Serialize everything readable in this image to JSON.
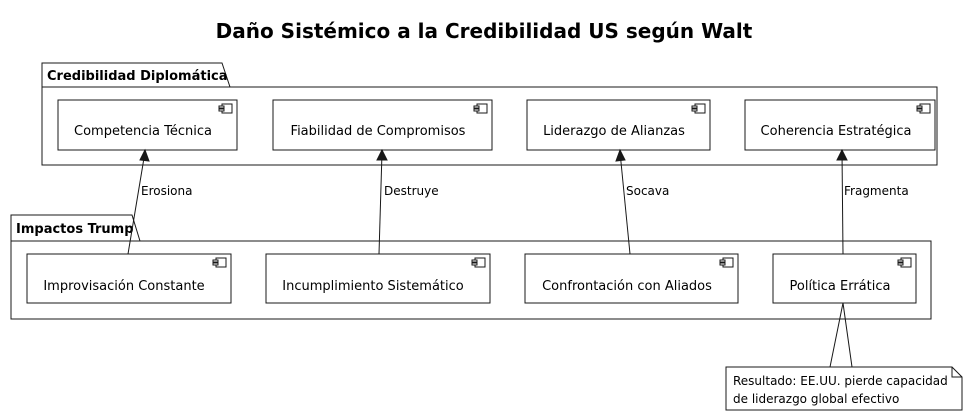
{
  "title": "Daño Sistémico a la Credibilidad US según Walt",
  "packages": {
    "credibility": {
      "name": "Credibilidad Diplomática",
      "components": [
        "Competencia Técnica",
        "Fiabilidad de Compromisos",
        "Liderazgo de Alianzas",
        "Coherencia Estratégica"
      ]
    },
    "impacts": {
      "name": "Impactos Trump",
      "components": [
        "Improvisación Constante",
        "Incumplimiento Sistemático",
        "Confrontación con Aliados",
        "Política Errática"
      ]
    }
  },
  "edges": [
    {
      "from": "Improvisación Constante",
      "to": "Competencia Técnica",
      "label": "Erosiona"
    },
    {
      "from": "Incumplimiento Sistemático",
      "to": "Fiabilidad de Compromisos",
      "label": "Destruye"
    },
    {
      "from": "Confrontación con Aliados",
      "to": "Liderazgo de Alianzas",
      "label": "Socava"
    },
    {
      "from": "Política Errática",
      "to": "Coherencia Estratégica",
      "label": "Fragmenta"
    }
  ],
  "note": {
    "attached_to": "Política Errática",
    "lines": [
      "Resultado: EE.UU. pierde capacidad",
      "de liderazgo global efectivo"
    ]
  }
}
